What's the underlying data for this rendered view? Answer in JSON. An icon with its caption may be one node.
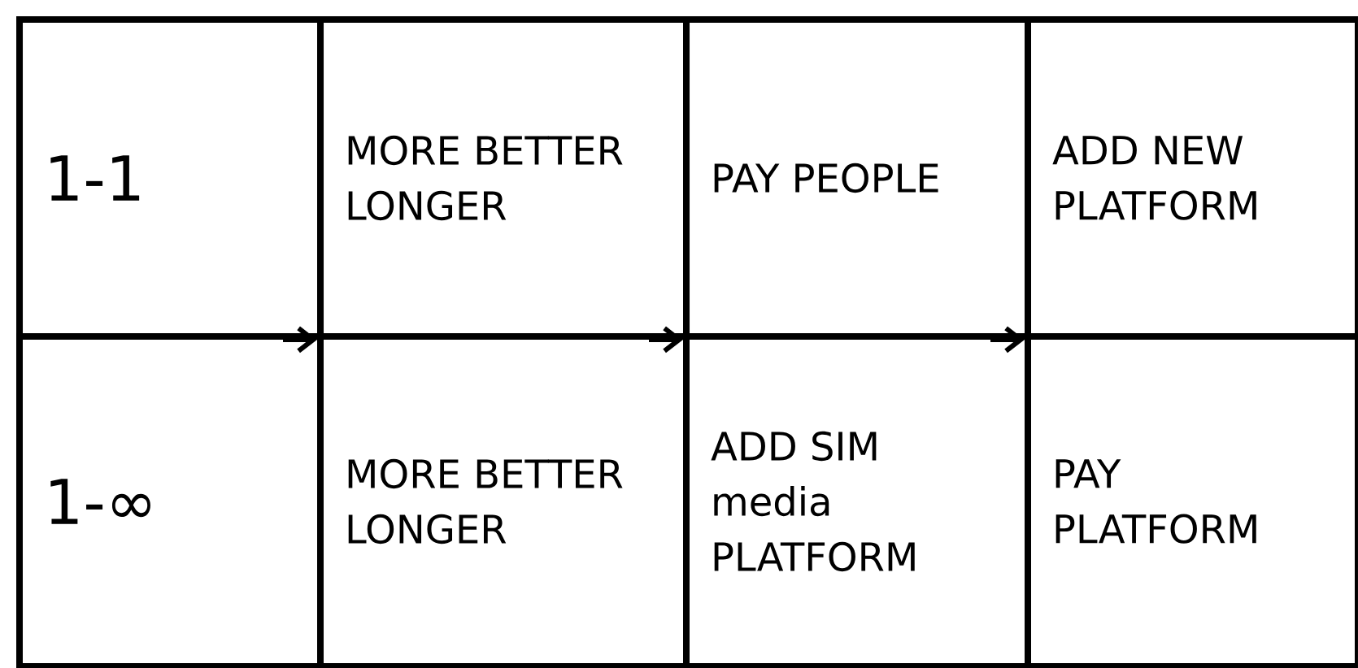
{
  "diagram": {
    "nodes": [
      {
        "text": [
          "1-1"
        ]
      },
      {
        "text": [
          "MORE BETTER LONGER"
        ]
      },
      {
        "text": [
          "PAY PEOPLE"
        ]
      },
      {
        "text": [
          "ADD NEW PLATFORM"
        ]
      },
      {
        "text": [
          "1-∞"
        ]
      },
      {
        "text": [
          "MORE BETTER LONGER"
        ]
      },
      {
        "text": [
          "ADD SIM media PLATFORM"
        ]
      },
      {
        "text": [
          "PAY PLATFORM"
        ]
      }
    ],
    "edges": [
      {
        "from": 0,
        "to": 1,
        "arrow": "to"
      },
      {
        "from": 1,
        "to": 2,
        "arrow": "to"
      },
      {
        "from": 2,
        "to": 3,
        "arrow": "to"
      }
    ]
  }
}
